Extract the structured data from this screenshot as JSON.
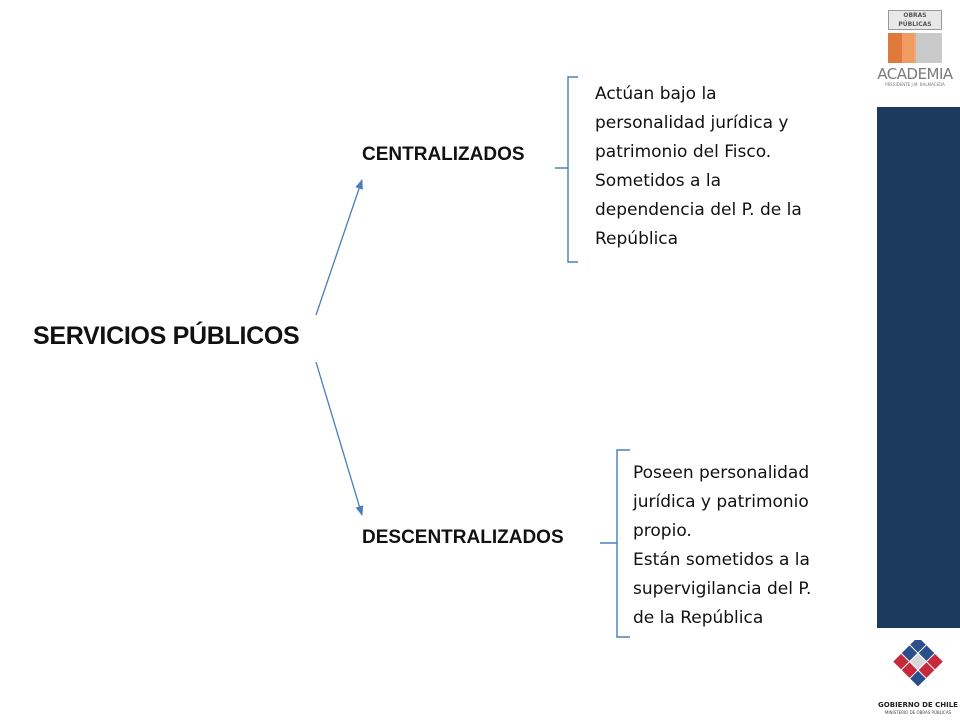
{
  "diagram": {
    "root": "SERVICIOS PÚBLICOS",
    "branches": [
      {
        "label": "CENTRALIZADOS",
        "description": "Actúan bajo la\npersonalidad jurídica y\npatrimonio del Fisco.\nSometidos a la\ndependencia del P. de la\nRepública"
      },
      {
        "label": "DESCENTRALIZADOS",
        "description": "Poseen personalidad\njurídica y patrimonio\npropio.\nEstán sometidos a la\nsupervigilancia del P.\nde la República"
      }
    ]
  },
  "branding": {
    "top_logo_small": "OBRAS PÚBLICAS",
    "top_logo_main": "ACADEMIA",
    "top_logo_sub": "PRESIDENTE J.M. BALMACEDA",
    "bottom_logo_main": "GOBIERNO DE CHILE",
    "bottom_logo_sub": "MINISTERIO DE OBRAS PÚBLICAS",
    "sidebar_color": "#1b3a5e",
    "accent_orange": "#e07a3a",
    "accent_red": "#c8283c",
    "accent_blue": "#2a4f8c"
  }
}
